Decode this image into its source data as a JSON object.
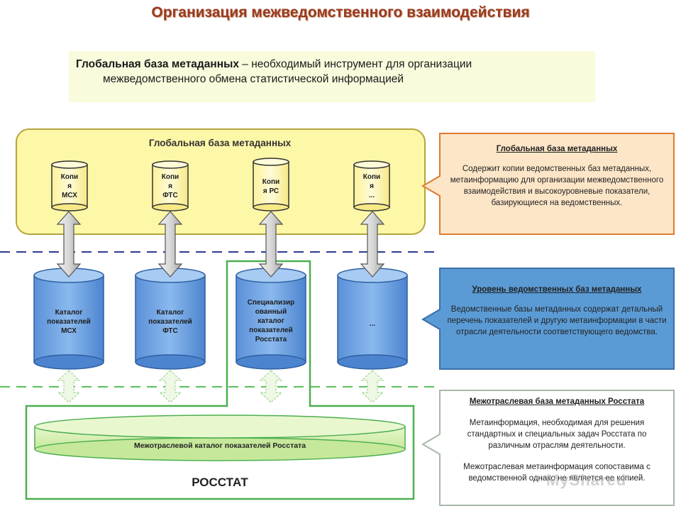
{
  "title": "Организация межведомственного взаимодействия",
  "subtitle": {
    "bold": "Глобальная база метаданных",
    "rest_line1": " – необходимый инструмент для организации",
    "line2": "межведомственного обмена статистической информацией"
  },
  "global_db": {
    "title": "Глобальная база метаданных",
    "copies": [
      {
        "lines": [
          "Копи",
          "я",
          "МСХ"
        ]
      },
      {
        "lines": [
          "Копи",
          "я",
          "ФТС"
        ]
      },
      {
        "lines": [
          "Копи",
          "я РС"
        ]
      },
      {
        "lines": [
          "Копи",
          "я",
          "..."
        ]
      }
    ]
  },
  "catalogs": [
    {
      "lines": [
        "Каталог",
        "показателей",
        "МСХ"
      ]
    },
    {
      "lines": [
        "Каталог",
        "показателей",
        "ФТС"
      ]
    },
    {
      "lines": [
        "Специализир",
        "ованный",
        "каталог",
        "показателей",
        "Росстата"
      ]
    },
    {
      "lines": [
        "..."
      ]
    }
  ],
  "rosstat": {
    "label": "РОССТАТ",
    "intersect_catalog": "Межотраслевой каталог показателей Росстата"
  },
  "panels": [
    {
      "title": "Глобальная база метаданных",
      "body": "Содержит копии ведомственных баз метаданных, метаинформацию для организации межведомственного взаимодействия и высокоуровневые показатели, базирующиеся на ведомственных.",
      "fill": "#fde6c8",
      "stroke": "#e07a30"
    },
    {
      "title": "Уровень ведомственных баз метаданных",
      "body": "Ведомственные базы метаданных содержат детальный перечень показателей и другую метаинформации в части отрасли деятельности соответствующего ведомства.",
      "fill": "#5b9bd5",
      "stroke": "#3a6fa8"
    },
    {
      "title": "Межотраслевая база метаданных Росстата",
      "body1": "Метаинформация, необходимая для решения стандартных и специальных задач Росстата по различным отраслям деятельности.",
      "body2": "Межотраслевая метаинформация сопоставима с ведомственной однако не является ее копией.",
      "fill": "#ffffff",
      "stroke": "#a8b8a8"
    }
  ],
  "colors": {
    "global_fill": "#fdf7a8",
    "global_stroke": "#b5a53a",
    "catalog_fill": "#6ea6e6",
    "catalog_stroke": "#2d5fa0",
    "rosstat_stroke": "#4caf50",
    "oval_fill": "#d7f0b0",
    "dashed_blue": "#2b3d8f",
    "dashed_green": "#4caf50"
  },
  "watermark": "MyShared"
}
